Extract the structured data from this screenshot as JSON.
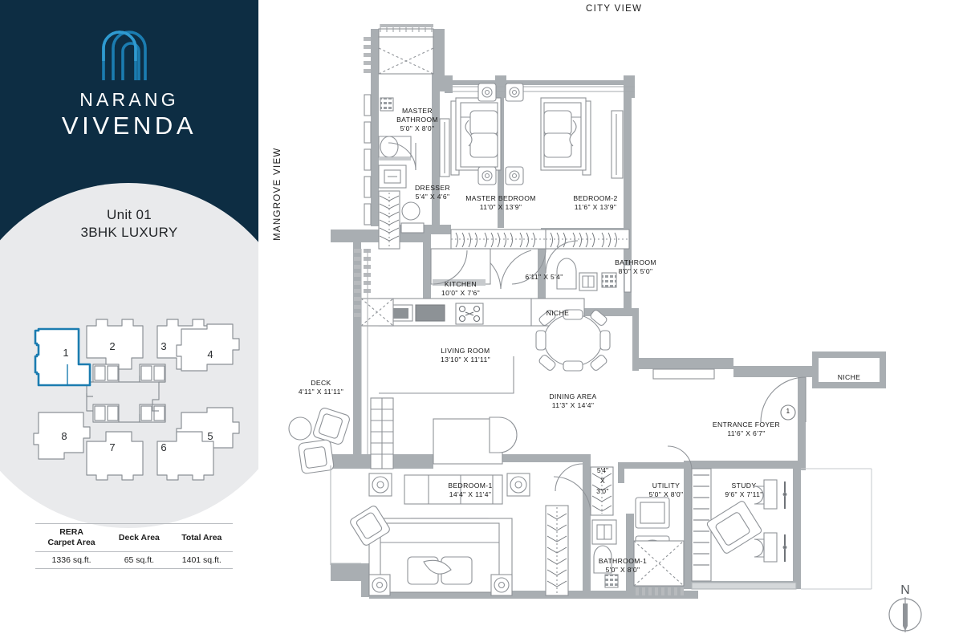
{
  "brand": {
    "logo_icon": "arch-logo-icon",
    "line1": "NARANG",
    "line2": "VIVENDA",
    "navy": "#0d2d43",
    "accent_blue": "#1b7cb0",
    "circle_gray": "#e9eaec"
  },
  "unit": {
    "number_label": "Unit 01",
    "type_label": "3BHK LUXURY"
  },
  "keyplan": {
    "highlight_color": "#1b7cb0",
    "units": [
      "1",
      "2",
      "3",
      "4",
      "5",
      "6",
      "7",
      "8"
    ],
    "highlighted_unit": "1"
  },
  "area_table": {
    "headers": [
      "RERA Carpet Area",
      "Deck Area",
      "Total Area"
    ],
    "header_lines": [
      [
        "RERA",
        "Carpet Area"
      ],
      [
        "Deck Area"
      ],
      [
        "Total Area"
      ]
    ],
    "values": [
      "1336 sq.ft.",
      "65 sq.ft.",
      "1401 sq.ft."
    ]
  },
  "orientation": {
    "top_view_label": "CITY VIEW",
    "left_view_label": "MANGROVE VIEW",
    "compass_label": "N",
    "compass_icon": "north-compass-icon"
  },
  "plan": {
    "entrance_marker": "1",
    "rooms": [
      {
        "key": "master_bathroom",
        "name": "MASTER BATHROOM",
        "dim": "5'0\" X 8'0\""
      },
      {
        "key": "dresser",
        "name": "DRESSER",
        "dim": "5'4\" X 4'6\""
      },
      {
        "key": "master_bedroom",
        "name": "MASTER BEDROOM",
        "dim": "11'0\" X 13'9\""
      },
      {
        "key": "bedroom_2",
        "name": "BEDROOM-2",
        "dim": "11'6\" X 13'9\""
      },
      {
        "key": "bathroom",
        "name": "BATHROOM",
        "dim": "8'0\" X 5'0\""
      },
      {
        "key": "passage",
        "name": "",
        "dim": "6'11\" X 5'4\""
      },
      {
        "key": "kitchen",
        "name": "KITCHEN",
        "dim": "10'0\" X 7'6\""
      },
      {
        "key": "niche_kitchen",
        "name": "NICHE",
        "dim": ""
      },
      {
        "key": "living_room",
        "name": "LIVING ROOM",
        "dim": "13'10\" X 11'11\""
      },
      {
        "key": "deck",
        "name": "DECK",
        "dim": "4'11\" X 11'11\""
      },
      {
        "key": "dining_area",
        "name": "DINING AREA",
        "dim": "11'3\" X 14'4\""
      },
      {
        "key": "niche_entry",
        "name": "NICHE",
        "dim": ""
      },
      {
        "key": "entrance_foyer",
        "name": "ENTRANCE FOYER",
        "dim": "11'6\" X 6'7\""
      },
      {
        "key": "bedroom_1",
        "name": "BEDROOM-1",
        "dim": "14'4\" X 11'4\""
      },
      {
        "key": "lobby_small",
        "name": "",
        "dim": "5'4\" X 3'0\""
      },
      {
        "key": "bathroom_1",
        "name": "BATHROOM-1",
        "dim": "5'0\" X 8'0\""
      },
      {
        "key": "utility",
        "name": "UTILITY",
        "dim": "5'0\" X 8'0\""
      },
      {
        "key": "study",
        "name": "STUDY",
        "dim": "9'6\" X 7'11\""
      }
    ]
  }
}
